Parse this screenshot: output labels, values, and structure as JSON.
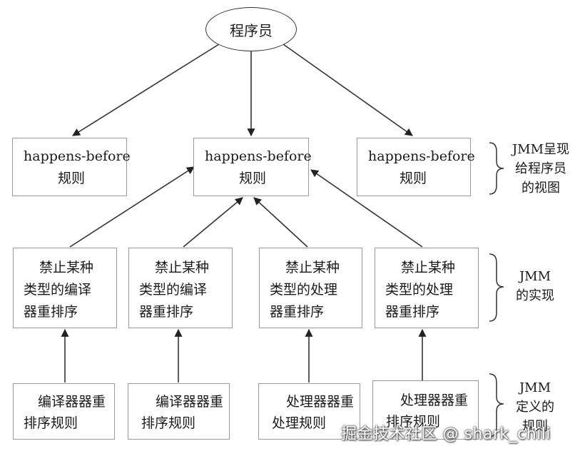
{
  "programmer": "程序员",
  "hb_boxes": [
    {
      "line1": "happens-before",
      "line2": "规则"
    },
    {
      "line1": "happens-before",
      "line2": "规则"
    },
    {
      "line1": "happens-before",
      "line2": "规则"
    }
  ],
  "reorder_boxes": [
    {
      "line1": "禁止某种",
      "line2": "类型的编译",
      "line3": "器重排序"
    },
    {
      "line1": "禁止某种",
      "line2": "类型的编译",
      "line3": "器重排序"
    },
    {
      "line1": "禁止某种",
      "line2": "类型的处理",
      "line3": "器重排序"
    },
    {
      "line1": "禁止某种",
      "line2": "类型的处理",
      "line3": "器重排序"
    }
  ],
  "rule_boxes": [
    {
      "line1": "编译器器重",
      "line2": "排序规则"
    },
    {
      "line1": "编译器器重",
      "line2": "排序规则"
    },
    {
      "line1": "处理器器重",
      "line2": "处理规则"
    },
    {
      "line1": "处理器器重",
      "line2": "排序规则"
    }
  ],
  "side_labels": {
    "view": "JMM呈现\n给程序员\n的视图",
    "impl": "JMM\n的实现",
    "defined": "JMM\n定义的\n规则"
  },
  "watermark": "掘金技术社区 @ shark_chili",
  "colors": {
    "line": "#333333",
    "box_border": "#9a9a9a"
  }
}
